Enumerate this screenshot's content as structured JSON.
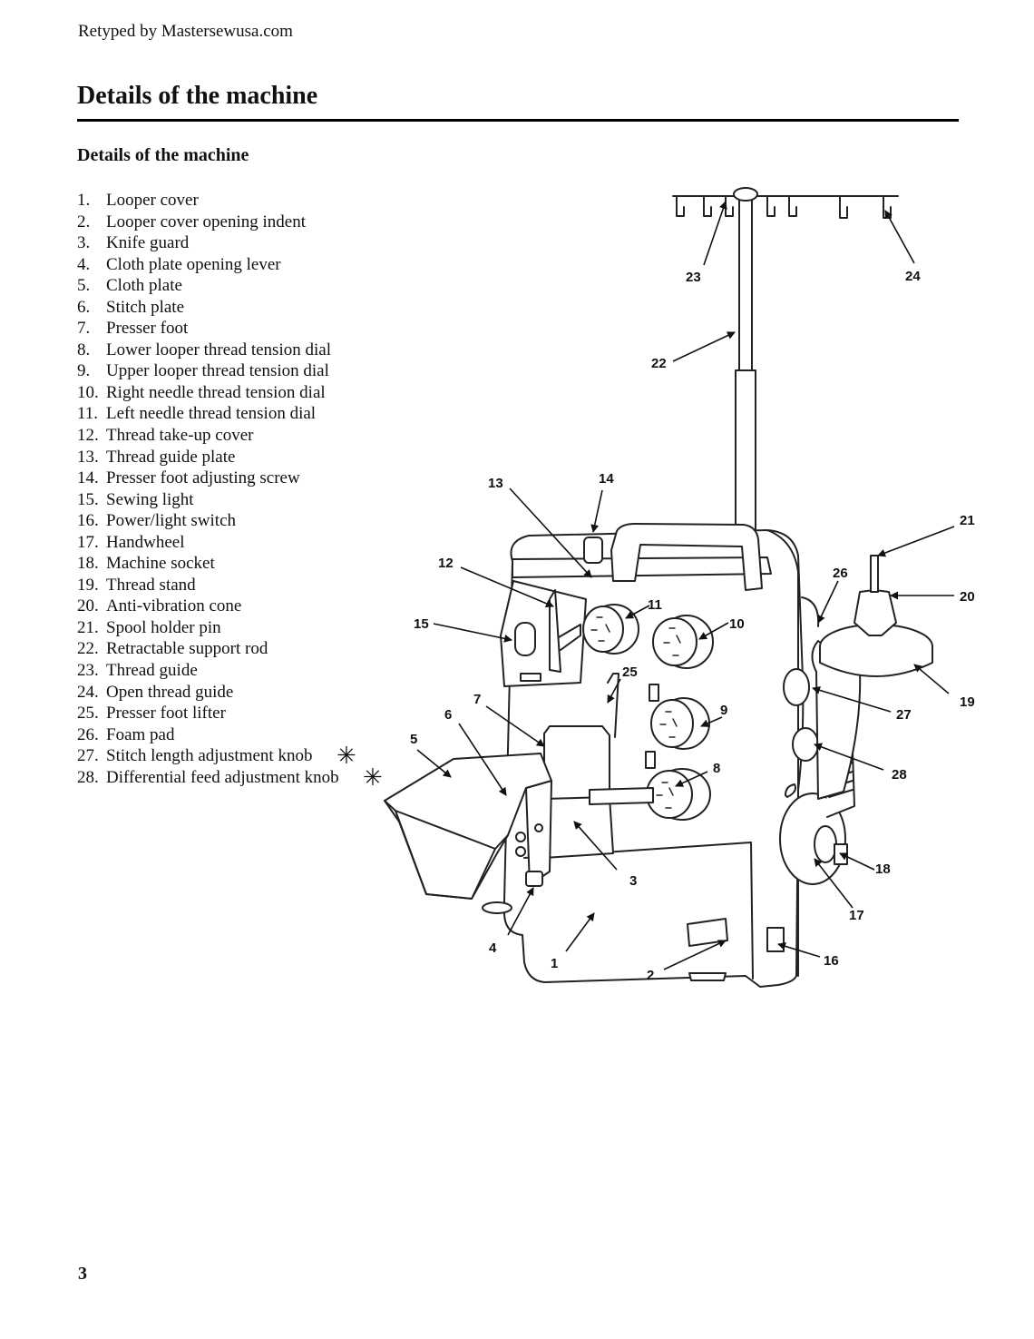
{
  "header_note": "Retyped by Mastersewusa.com",
  "title": "Details of the machine",
  "section_heading": "Details of the machine",
  "parts": [
    {
      "num": "1.",
      "label": "Looper cover"
    },
    {
      "num": "2.",
      "label": "Looper cover opening indent"
    },
    {
      "num": "3.",
      "label": "Knife guard"
    },
    {
      "num": "4.",
      "label": "Cloth plate opening lever"
    },
    {
      "num": "5.",
      "label": "Cloth plate"
    },
    {
      "num": "6.",
      "label": "Stitch plate"
    },
    {
      "num": "7.",
      "label": "Presser foot"
    },
    {
      "num": "8.",
      "label": "Lower looper thread tension dial"
    },
    {
      "num": "9.",
      "label": "Upper looper thread tension dial"
    },
    {
      "num": "10.",
      "label": "Right needle thread tension dial"
    },
    {
      "num": "11.",
      "label": "Left needle thread tension dial"
    },
    {
      "num": "12.",
      "label": "Thread take-up cover"
    },
    {
      "num": "13.",
      "label": "Thread guide plate"
    },
    {
      "num": "14.",
      "label": "Presser foot adjusting screw"
    },
    {
      "num": "15.",
      "label": "Sewing light"
    },
    {
      "num": "16.",
      "label": "Power/light switch"
    },
    {
      "num": "17.",
      "label": "Handwheel"
    },
    {
      "num": "18.",
      "label": "Machine socket"
    },
    {
      "num": "19.",
      "label": "Thread stand"
    },
    {
      "num": "20.",
      "label": "Anti-vibration cone"
    },
    {
      "num": "21.",
      "label": "Spool holder pin"
    },
    {
      "num": "22.",
      "label": "Retractable support rod"
    },
    {
      "num": "23.",
      "label": "Thread guide"
    },
    {
      "num": "24.",
      "label": "Open thread guide"
    },
    {
      "num": "25.",
      "label": "Presser foot lifter"
    },
    {
      "num": "26.",
      "label": "Foam pad"
    },
    {
      "num": "27.",
      "label": "Stitch length adjustment knob"
    },
    {
      "num": "28.",
      "label": "Differential feed adjustment knob"
    }
  ],
  "asterisk_glyph": "✳",
  "callouts": [
    "1",
    "2",
    "3",
    "4",
    "5",
    "6",
    "7",
    "8",
    "9",
    "10",
    "11",
    "12",
    "13",
    "14",
    "15",
    "16",
    "17",
    "18",
    "19",
    "20",
    "21",
    "22",
    "23",
    "24",
    "25",
    "26",
    "27",
    "28"
  ],
  "page_number": "3"
}
